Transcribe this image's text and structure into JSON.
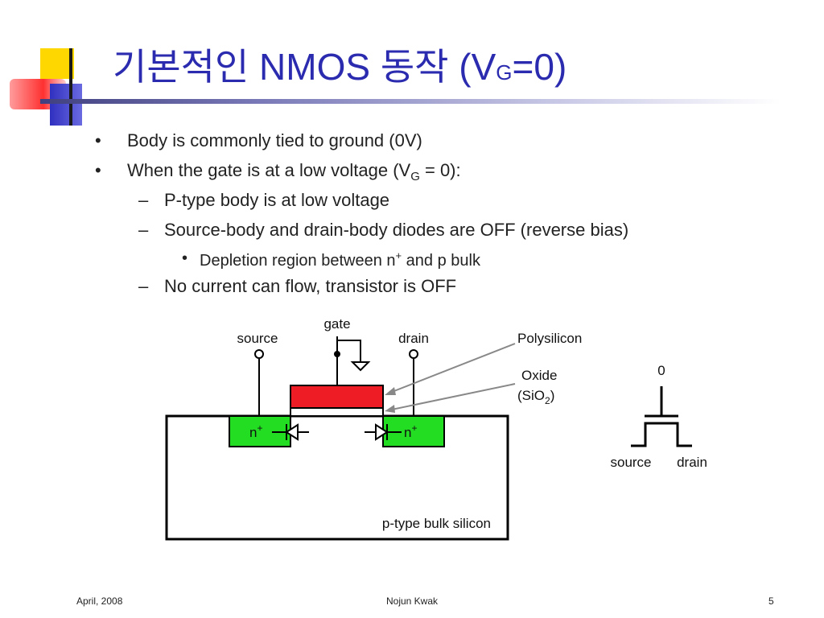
{
  "slide": {
    "title_main": "기본적인 NMOS 동작 (V",
    "title_sub": "G",
    "title_end": "=0)",
    "bullets": [
      {
        "text": "Body is commonly tied to ground (0V)"
      },
      {
        "text_a": "When the gate is at a low voltage (V",
        "sub": "G",
        "text_b": " = 0):"
      },
      {
        "text": "P-type body is at low voltage"
      },
      {
        "text": "Source-body and drain-body diodes are OFF (reverse bias)"
      },
      {
        "text_a": "Depletion region between n",
        "sup": "+",
        "text_b": " and p bulk"
      },
      {
        "text": "No current can flow, transistor is OFF"
      }
    ],
    "markers": {
      "dot": "•",
      "dash": "–"
    }
  },
  "diagram": {
    "labels": {
      "gate": "gate",
      "source": "source",
      "drain": "drain",
      "polysilicon": "Polysilicon",
      "oxide": "Oxide",
      "sio2_a": "(SiO",
      "sio2_sub": "2",
      "sio2_b": ")",
      "n_left": "n",
      "n_right": "n",
      "plus": "+",
      "bulk": "p-type bulk silicon"
    },
    "symbol": {
      "gate_value": "0",
      "source": "source",
      "drain": "drain"
    },
    "colors": {
      "polysilicon": "#ee1c24",
      "n_region": "#22dd22",
      "title": "#2b2bb0"
    }
  },
  "footer": {
    "date": "April, 2008",
    "author": "Nojun Kwak",
    "page": "5"
  }
}
